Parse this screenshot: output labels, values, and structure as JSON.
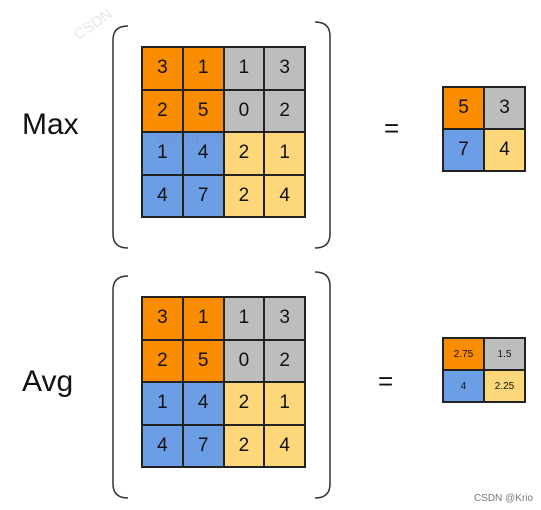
{
  "colors": {
    "orange": "#fa8c00",
    "gray": "#bdbdbd",
    "blue": "#6c9ee6",
    "yellow": "#fdd77a"
  },
  "max": {
    "label": "Max",
    "equals": "=",
    "input": [
      [
        {
          "v": "3",
          "c": "orange"
        },
        {
          "v": "1",
          "c": "orange"
        },
        {
          "v": "1",
          "c": "gray"
        },
        {
          "v": "3",
          "c": "gray"
        }
      ],
      [
        {
          "v": "2",
          "c": "orange"
        },
        {
          "v": "5",
          "c": "orange"
        },
        {
          "v": "0",
          "c": "gray"
        },
        {
          "v": "2",
          "c": "gray"
        }
      ],
      [
        {
          "v": "1",
          "c": "blue"
        },
        {
          "v": "4",
          "c": "blue"
        },
        {
          "v": "2",
          "c": "yellow"
        },
        {
          "v": "1",
          "c": "yellow"
        }
      ],
      [
        {
          "v": "4",
          "c": "blue"
        },
        {
          "v": "7",
          "c": "blue"
        },
        {
          "v": "2",
          "c": "yellow"
        },
        {
          "v": "4",
          "c": "yellow"
        }
      ]
    ],
    "output": [
      [
        {
          "v": "5",
          "c": "orange"
        },
        {
          "v": "3",
          "c": "gray"
        }
      ],
      [
        {
          "v": "7",
          "c": "blue"
        },
        {
          "v": "4",
          "c": "yellow"
        }
      ]
    ]
  },
  "avg": {
    "label": "Avg",
    "equals": "=",
    "input": [
      [
        {
          "v": "3",
          "c": "orange"
        },
        {
          "v": "1",
          "c": "orange"
        },
        {
          "v": "1",
          "c": "gray"
        },
        {
          "v": "3",
          "c": "gray"
        }
      ],
      [
        {
          "v": "2",
          "c": "orange"
        },
        {
          "v": "5",
          "c": "orange"
        },
        {
          "v": "0",
          "c": "gray"
        },
        {
          "v": "2",
          "c": "gray"
        }
      ],
      [
        {
          "v": "1",
          "c": "blue"
        },
        {
          "v": "4",
          "c": "blue"
        },
        {
          "v": "2",
          "c": "yellow"
        },
        {
          "v": "1",
          "c": "yellow"
        }
      ],
      [
        {
          "v": "4",
          "c": "blue"
        },
        {
          "v": "7",
          "c": "blue"
        },
        {
          "v": "2",
          "c": "yellow"
        },
        {
          "v": "4",
          "c": "yellow"
        }
      ]
    ],
    "output": [
      [
        {
          "v": "2.75",
          "c": "orange"
        },
        {
          "v": "1.5",
          "c": "gray"
        }
      ],
      [
        {
          "v": "4",
          "c": "blue"
        },
        {
          "v": "2.25",
          "c": "yellow"
        }
      ]
    ]
  },
  "credit": "CSDN @Krio",
  "watermarks": [
    "CSDN",
    "lsy010226"
  ]
}
